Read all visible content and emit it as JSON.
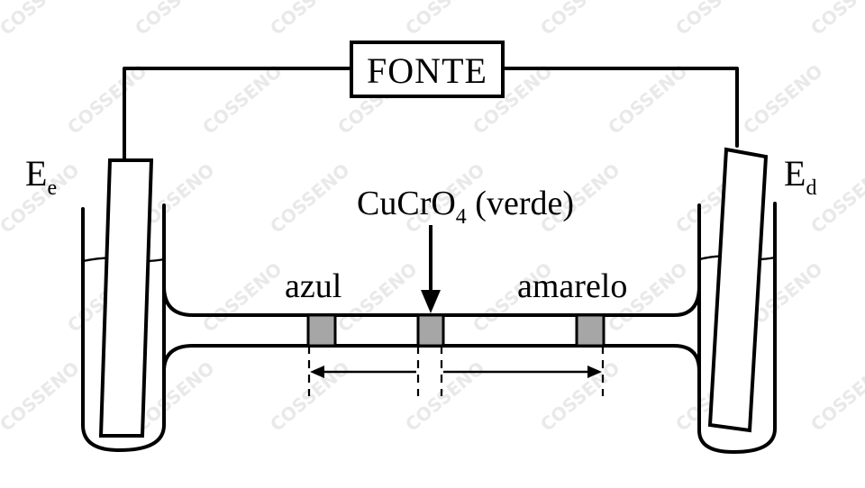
{
  "diagram": {
    "power_source_label": "FONTE",
    "electrode_left": {
      "main": "E",
      "sub": "e"
    },
    "electrode_right": {
      "main": "E",
      "sub": "d"
    },
    "compound": {
      "formula_main": "CuCrO",
      "formula_sub": "4",
      "color_note": " (verde)"
    },
    "band_left_label": "azul",
    "band_right_label": "amarelo",
    "watermark": "COSSENO",
    "colors": {
      "line": "#000000",
      "band_fill": "#a6a6a6",
      "watermark": "#e9e9e9"
    }
  }
}
